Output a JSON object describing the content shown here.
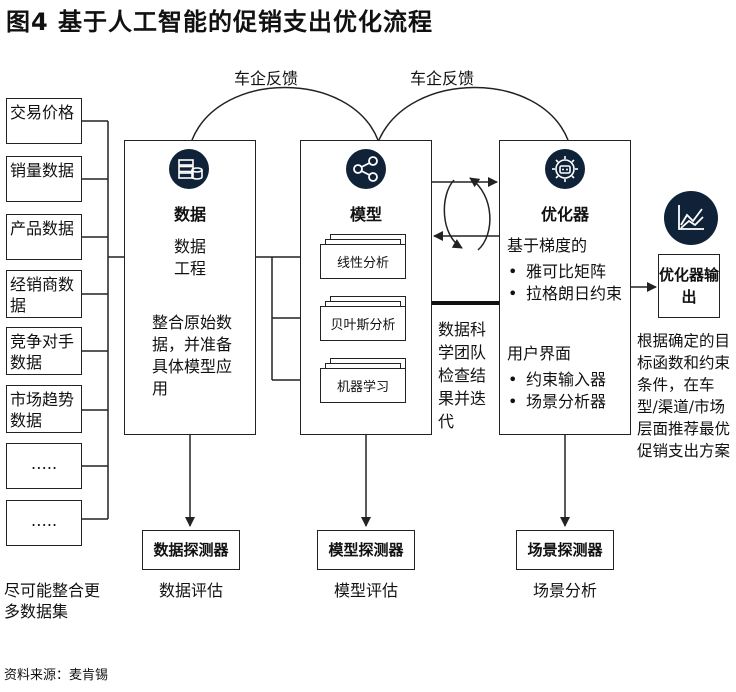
{
  "title": "图4 基于人工智能的促销支出优化流程",
  "sources": [
    {
      "label": "交易价格"
    },
    {
      "label": "销量数据"
    },
    {
      "label": "产品数据"
    },
    {
      "label": "经销商数据"
    },
    {
      "label": "竞争对手数据"
    },
    {
      "label": "市场趋势数据"
    },
    {
      "label": "….."
    },
    {
      "label": "….."
    }
  ],
  "sources_caption": "尽可能整合更多数据集",
  "feedback": {
    "left": "车企反馈",
    "right": "车企反馈"
  },
  "data_box": {
    "heading": "数据",
    "engineering": "数据工程",
    "description": "整合原始数据，并准备具体模型应用"
  },
  "model_box": {
    "heading": "模型",
    "models": [
      "线性分析",
      "贝叶斯分析",
      "机器学习"
    ]
  },
  "iteration_note": "数据科学团队检查结果并迭代",
  "optimizer_box": {
    "heading": "优化器",
    "gradient_heading": "基于梯度的",
    "gradient_items": [
      "雅可比矩阵",
      "拉格朗日约束"
    ],
    "ui_heading": "用户界面",
    "ui_items": [
      "约束输入器",
      "场景分析器"
    ]
  },
  "output": {
    "heading": "优化器输出",
    "description": "根据确定的目标函数和约束条件，在车型/渠道/市场层面推荐最优促销支出方案"
  },
  "probes": [
    {
      "label": "数据探测器",
      "caption": "数据评估"
    },
    {
      "label": "模型探测器",
      "caption": "模型评估"
    },
    {
      "label": "场景探测器",
      "caption": "场景分析"
    }
  ],
  "footer": "资料来源：麦肯锡",
  "icons": [
    "database-icon",
    "share-network-icon",
    "robot-gear-icon",
    "line-chart-icon"
  ],
  "colors": {
    "icon_bg": "#0f2238",
    "line": "#222222"
  }
}
